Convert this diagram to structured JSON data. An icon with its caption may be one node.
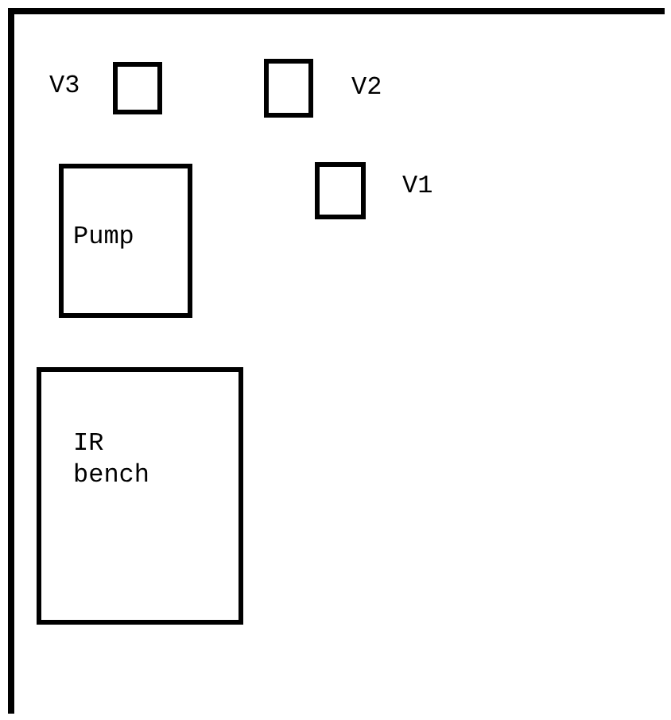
{
  "diagram": {
    "nodes": [
      {
        "text": [],
        "shape": "box",
        "beside": [
          "V3"
        ]
      },
      {
        "text": [],
        "shape": "box",
        "beside": [
          "V2"
        ]
      },
      {
        "text": [],
        "shape": "box",
        "beside": [
          "V1"
        ]
      },
      {
        "text": [
          "Pump"
        ]
      },
      {
        "text": [
          "IR bench"
        ]
      }
    ],
    "edges": []
  }
}
